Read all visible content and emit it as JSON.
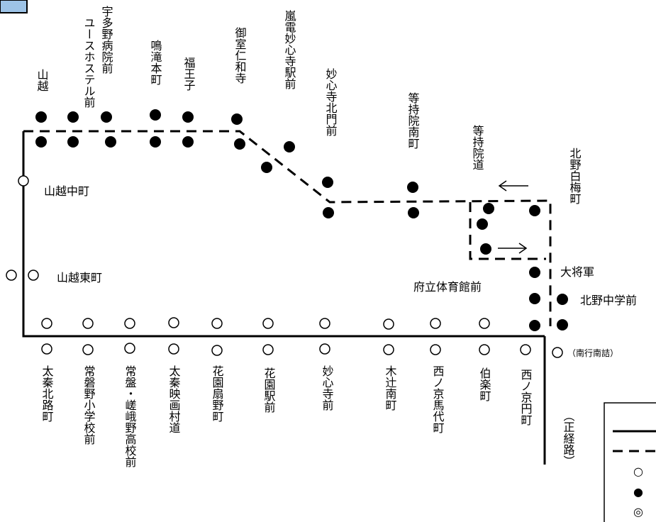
{
  "colors": {
    "line": "#000000",
    "background": "#ffffff",
    "corner_tab": "#9dc3e6"
  },
  "stops": {
    "yamagoe": "山越",
    "youth_hostel": "ユースホステル前",
    "udano_hospital": "宇多野病院前",
    "narutaki": "鳴滝本町",
    "fukuoji": "福王子",
    "omuro": "御室仁和寺",
    "randen_myoshinji": "嵐電妙心寺駅前",
    "myoshinji_kitamon": "妙心寺北門前",
    "tojiin_minami": "等持院南町",
    "tojiin_michi": "等持院道",
    "kitano_hakubai": "北野白梅町",
    "yamagoe_nakamachi": "山越中町",
    "yamagoe_higashi": "山越東町",
    "prefectural_gym": "府立体育館前",
    "taishogun": "大将軍",
    "kitano_jhs": "北野中学前",
    "nanko_nanzume": "（南行南詰）",
    "uzumasa_kitaji": "太秦北路町",
    "tokiwano": "常磐野小学校前",
    "tokiwa_saga": "常盤・嵯峨野高校前",
    "uzumasa_eigamura": "太秦映画村道",
    "hanazono_ogino": "花園扇野町",
    "hanazono_eki": "花園駅前",
    "myoshinji": "妙心寺前",
    "kitsuji_minami": "木辻南町",
    "nishinokyo_umashiro": "西ノ京馬代町",
    "hakuraku": "伯楽町",
    "nishinokyo_enmachi": "西ノ京円町",
    "seikeiro": "（正経路）"
  },
  "legend": {
    "symbols": {
      "open": "○",
      "filled": "●",
      "double": "◎"
    }
  }
}
